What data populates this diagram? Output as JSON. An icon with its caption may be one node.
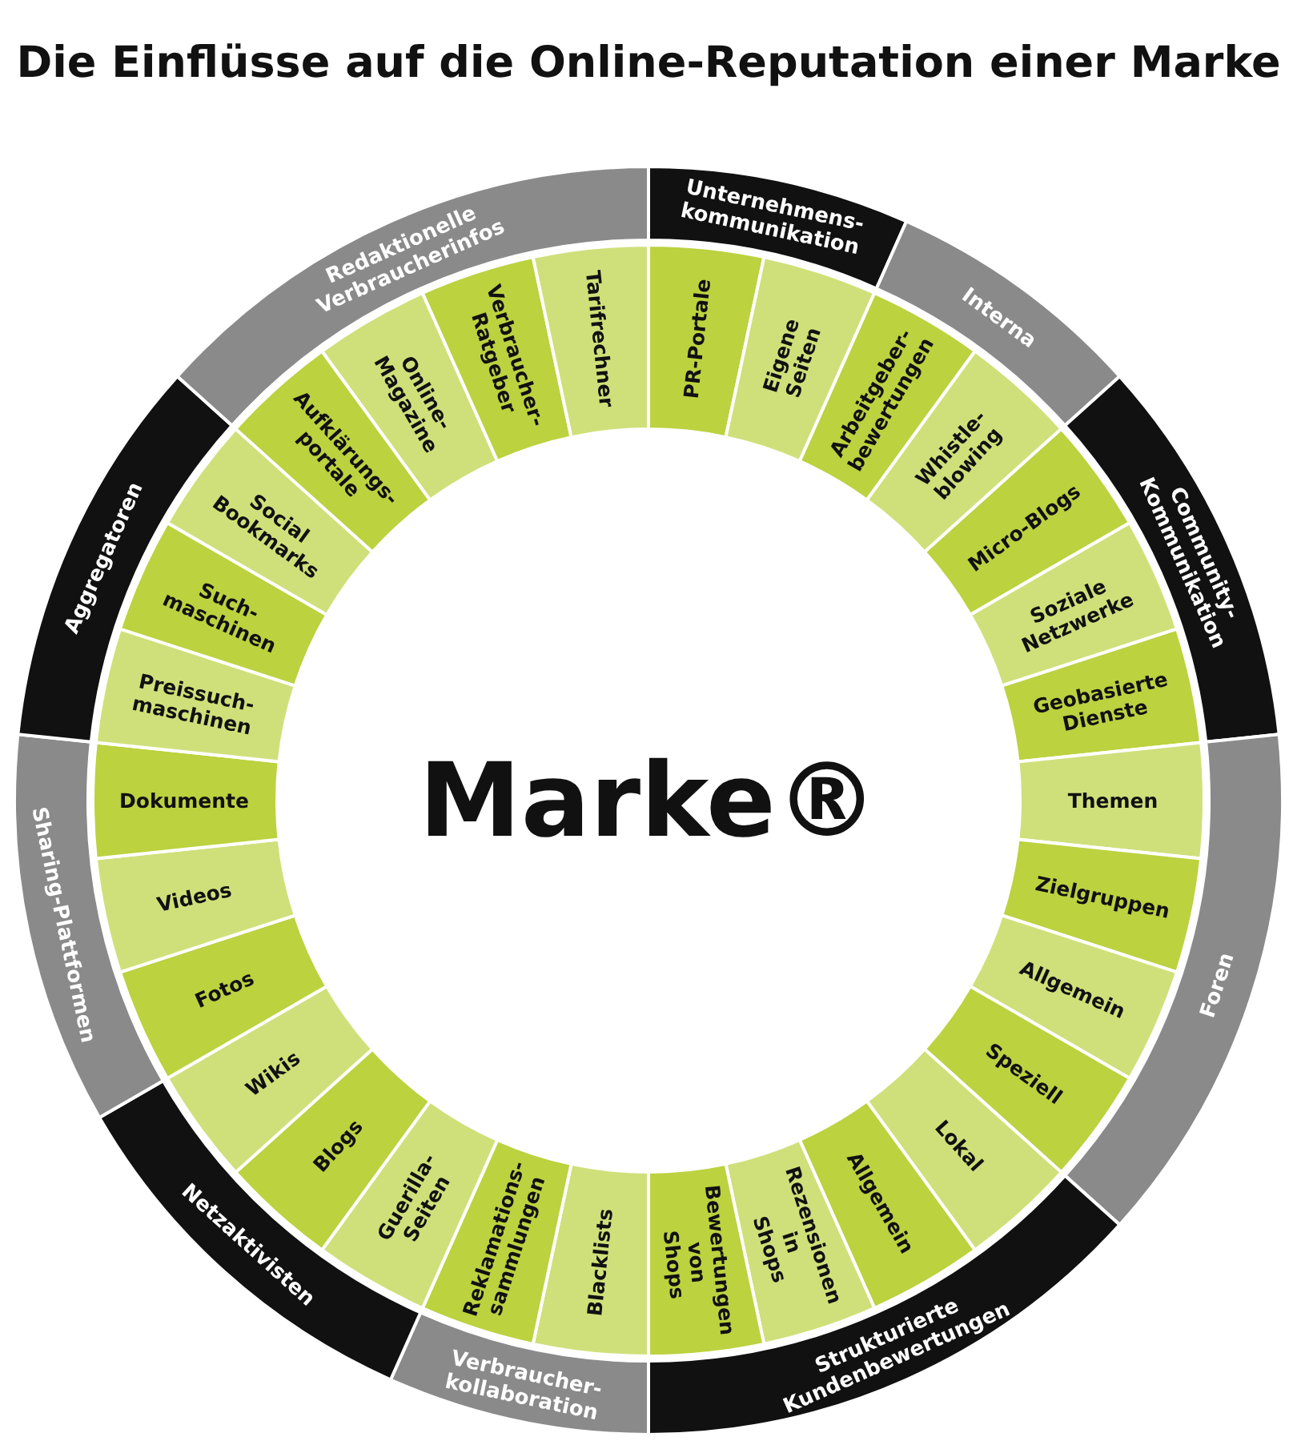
{
  "diagram": {
    "title": "Die Einflüsse auf die Online-Reputation einer Marke",
    "nodes": [
      {
        "text": [
          "Unternehmens- kommunikation"
        ]
      },
      {
        "text": [
          "Interna"
        ]
      },
      {
        "text": [
          "Community- Kommunikation"
        ]
      },
      {
        "text": [
          "Foren"
        ]
      },
      {
        "text": [
          "Strukturierte Kundenbewertungen"
        ]
      },
      {
        "text": [
          "Verbraucher- kollaboration"
        ]
      },
      {
        "text": [
          "Netzaktivisten"
        ]
      },
      {
        "text": [
          "Sharing-Plattformen"
        ]
      },
      {
        "text": [
          "Aggregatoren"
        ]
      },
      {
        "text": [
          "Redaktionelle Verbraucherinfos"
        ]
      },
      {
        "text": [
          "PR-Portale"
        ]
      },
      {
        "text": [
          "Eigene Seiten"
        ]
      },
      {
        "text": [
          "Arbeitgeber- bewertungen"
        ]
      },
      {
        "text": [
          "Whistle- blowing"
        ]
      },
      {
        "text": [
          "Micro-Blogs"
        ]
      },
      {
        "text": [
          "Soziale Netzwerke"
        ]
      },
      {
        "text": [
          "Geobasierte Dienste"
        ]
      },
      {
        "text": [
          "Themen"
        ]
      },
      {
        "text": [
          "Zielgruppen"
        ]
      },
      {
        "text": [
          "Allgemein"
        ]
      },
      {
        "text": [
          "Speziell"
        ]
      },
      {
        "text": [
          "Lokal"
        ]
      },
      {
        "text": [
          "Allgemein"
        ]
      },
      {
        "text": [
          "Rezensionen in Shops"
        ]
      },
      {
        "text": [
          "Bewertungen von Shops"
        ]
      },
      {
        "text": [
          "Blacklists"
        ]
      },
      {
        "text": [
          "Reklamations- sammlungen"
        ]
      },
      {
        "text": [
          "Guerilla- Seiten"
        ]
      },
      {
        "text": [
          "Blogs"
        ]
      },
      {
        "text": [
          "Wikis"
        ]
      },
      {
        "text": [
          "Fotos"
        ]
      },
      {
        "text": [
          "Videos"
        ]
      },
      {
        "text": [
          "Dokumente"
        ]
      },
      {
        "text": [
          "Preissuch- maschinen"
        ]
      },
      {
        "text": [
          "Such- maschinen"
        ]
      },
      {
        "text": [
          "Social Bookmarks"
        ]
      },
      {
        "text": [
          "Aufklärungs- portale"
        ]
      },
      {
        "text": [
          "Online- Magazine"
        ]
      },
      {
        "text": [
          "Verbraucher- Ratgeber"
        ]
      },
      {
        "text": [
          "Tarifrechner"
        ]
      }
    ],
    "labels": [
      "Marke®"
    ]
  }
}
